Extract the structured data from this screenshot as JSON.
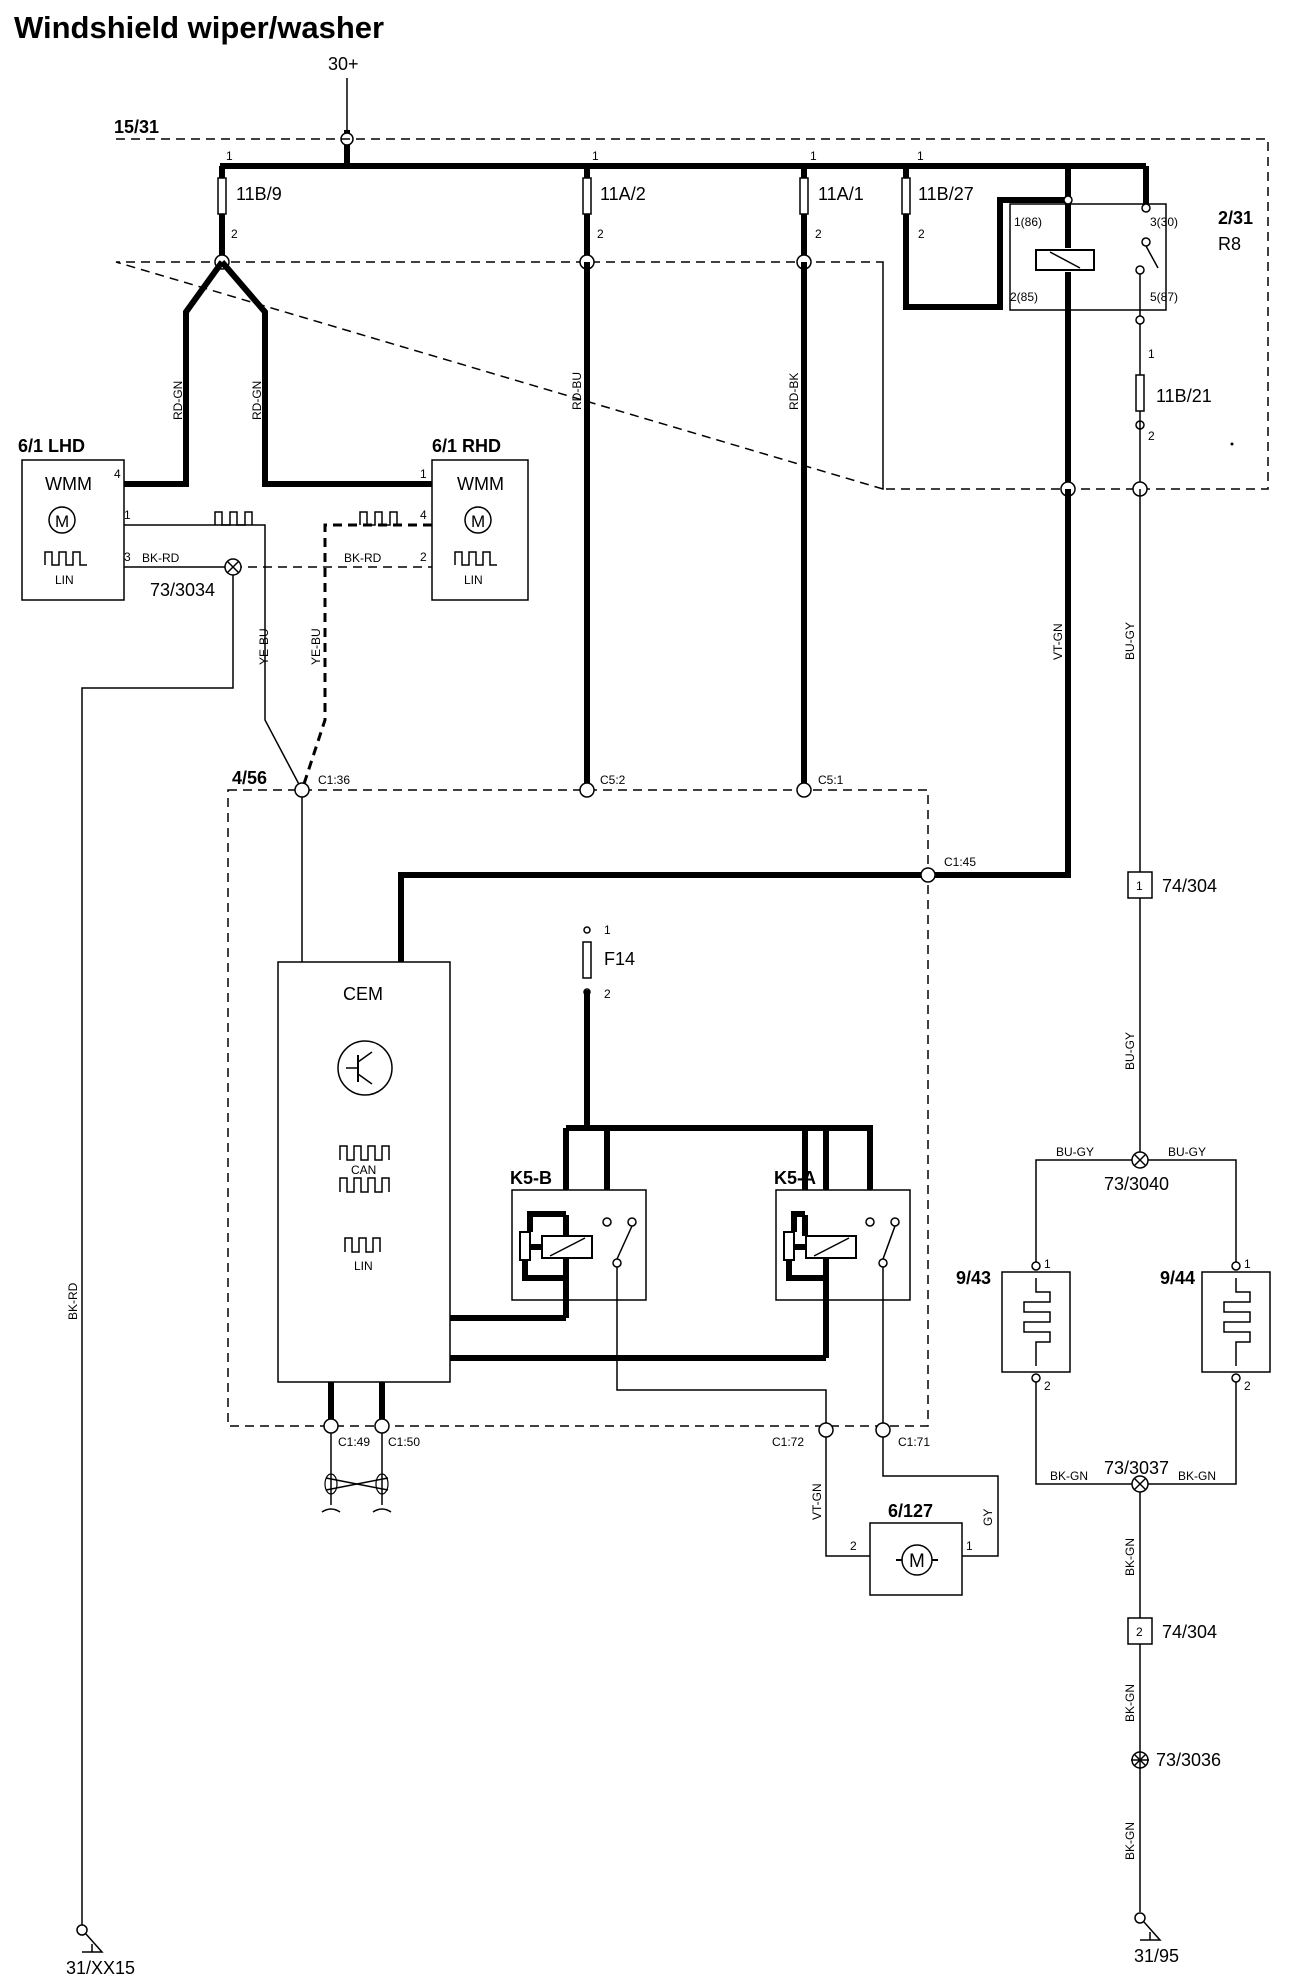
{
  "title": "Windshield wiper/washer",
  "supply": "30+",
  "fusebox": {
    "id": "15/31"
  },
  "fuses": [
    {
      "id": "11B/9",
      "pin_top": "1",
      "pin_bottom": "2"
    },
    {
      "id": "11A/2",
      "pin_top": "1",
      "pin_bottom": "2"
    },
    {
      "id": "11A/1",
      "pin_top": "1",
      "pin_bottom": "2"
    },
    {
      "id": "11B/27",
      "pin_top": "1",
      "pin_bottom": "2"
    },
    {
      "id": "11B/21",
      "pin_top": "1",
      "pin_bottom": "2"
    },
    {
      "id": "F14",
      "pin_top": "1",
      "pin_bottom": "2"
    }
  ],
  "relay_r8": {
    "id": "2/31",
    "name": "R8",
    "pins": [
      "1(86)",
      "2(85)",
      "3(30)",
      "5(87)"
    ]
  },
  "wiper_lhd": {
    "id": "6/1 LHD",
    "name": "WMM",
    "sub": "LIN",
    "pins": [
      "4",
      "1",
      "3"
    ]
  },
  "wiper_rhd": {
    "id": "6/1 RHD",
    "name": "WMM",
    "sub": "LIN",
    "pins": [
      "1",
      "4",
      "2"
    ]
  },
  "cem": {
    "id": "4/56",
    "name": "CEM",
    "can": "CAN",
    "lin": "LIN"
  },
  "relays_k5": [
    {
      "id": "K5-B"
    },
    {
      "id": "K5-A"
    }
  ],
  "washer_pump": {
    "id": "6/127",
    "pins": [
      "2",
      "1"
    ]
  },
  "heaters": [
    {
      "id": "9/43",
      "pins": [
        "1",
        "2"
      ]
    },
    {
      "id": "9/44",
      "pins": [
        "1",
        "2"
      ]
    }
  ],
  "connectors": {
    "c136": "C1:36",
    "c52": "C5:2",
    "c51": "C5:1",
    "c145": "C1:45",
    "c149": "C1:49",
    "c150": "C1:50",
    "c172": "C1:72",
    "c171": "C1:71",
    "p74a": "74/304",
    "p74a_pin": "1",
    "p74b": "74/304",
    "p74b_pin": "2"
  },
  "splices": {
    "s3034": "73/3034",
    "s3040": "73/3040",
    "s3037": "73/3037",
    "s3036": "73/3036"
  },
  "wires": {
    "rdgn": "RD-GN",
    "rdbu": "RD-BU",
    "rdbk": "RD-BK",
    "vtgn": "VT-GN",
    "bugy": "BU-GY",
    "bkrd": "BK-RD",
    "yebu": "YE-BU",
    "bkgn": "BK-GN",
    "gy": "GY"
  },
  "grounds": {
    "left": "31/XX15",
    "right": "31/95"
  }
}
